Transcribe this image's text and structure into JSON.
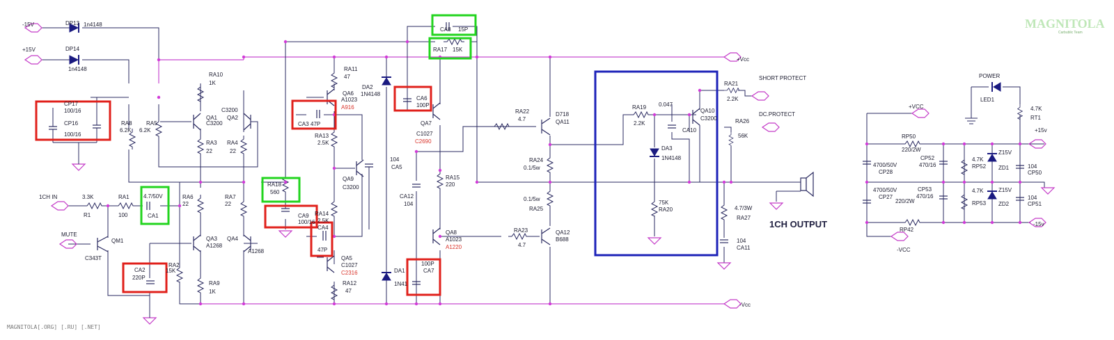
{
  "rails": {
    "neg15": "-15V",
    "pos15": "+15V",
    "vcc_pos": "+Vcc",
    "vcc_neg": "-Vcc"
  },
  "inputs": {
    "input": "1CH IN",
    "mute": "MUTE"
  },
  "outputs": {
    "short": "SHORT PROTECT",
    "dc": "DC.PROTECT",
    "main": "1CH OUTPUT"
  },
  "diodes": {
    "dp13": "DP13",
    "dp13_val": "1n4148",
    "dp14": "DP14",
    "dp14_val": "1n4148",
    "da2": "DA2",
    "da2_val": "1N4148",
    "da1": "DA1",
    "da1_val": "1N41",
    "da3": "DA3",
    "da3_val": "1N4148"
  },
  "parts": {
    "cp17": "CP17",
    "cp17_val": "100/16",
    "cp16": "CP16",
    "cp16_val": "100/16",
    "ra8": "RA8",
    "ra8_val": "6.2K",
    "ra5": "RA5",
    "ra5_val": "6.2K",
    "ra10": "RA10",
    "ra10_val": "1K",
    "qa1": "QA1",
    "qa1_val": "C3200",
    "qa2": "QA2",
    "qa2_val": "C3200",
    "ra3": "RA3",
    "ra3_val": "22",
    "ra4": "RA4",
    "ra4_val": "22",
    "r1": "R1",
    "r1_val": "3.3K",
    "ra1": "RA1",
    "ra1_val": "100",
    "ca1": "CA1",
    "ca1_val": "4.7/50V",
    "ra6": "RA6",
    "ra6_val": "22",
    "ra7": "RA7",
    "ra7_val": "22",
    "qa3": "QA3",
    "qa3_val": "A1268",
    "qa4": "QA4",
    "qa4_val": "A1268",
    "qm1": "QM1",
    "qm1_val": "C343T",
    "ca2": "CA2",
    "ca2_val": "220P",
    "ra2": "RA2",
    "ra2_val": "15K",
    "ra9": "RA9",
    "ra9_val": "1K",
    "ra18": "RA18",
    "ra18_val": "560",
    "ca9": "CA9",
    "ca9_val": "100/16",
    "ra11": "RA11",
    "ra11_val": "47",
    "qa6": "QA6",
    "qa6_val": "A1023",
    "qa6_alt": "A916",
    "ca3": "CA3",
    "ca3_val": "47P",
    "ra13": "RA13",
    "ra13_val": "2.5K",
    "qa9": "QA9",
    "qa9_val": "C3200",
    "ca5": "CA5",
    "ca5_val": "104",
    "ra14": "RA14",
    "ra14_val": "2.5K",
    "ca4": "CA4",
    "ca4_val": "47P",
    "qa5": "QA5",
    "qa5_val": "C1027",
    "qa5_alt": "C2316",
    "ra12": "RA12",
    "ra12_val": "47",
    "ca8": "CA8",
    "ca8_val": "15P",
    "ra17": "RA17",
    "ra17_val": "15K",
    "ca6": "CA6",
    "ca6_val": "100P",
    "qa7": "QA7",
    "qa7_val": "C1027",
    "qa7_alt": "C2690",
    "ca12": "CA12",
    "ca12_val": "104",
    "ra15": "RA15",
    "ra15_val": "220",
    "qa8": "QA8",
    "qa8_val": "A1023",
    "qa8_alt": "A1220",
    "ca7": "CA7",
    "ca7_val": "100P",
    "ra22": "RA22",
    "ra22_val": "4.7",
    "qa11": "QA11",
    "qa11_val": "D718",
    "ra24": "RA24",
    "ra24_val": "0.1/5w",
    "ra25": "RA25",
    "ra25_val": "0.1/5w",
    "ra23": "RA23",
    "ra23_val": "4.7",
    "qa12": "QA12",
    "qa12_val": "B688",
    "ra19": "RA19",
    "ra19_val": "2.2K",
    "ca10": "CA10",
    "ca10_val": "0.047",
    "qa10": "QA10",
    "qa10_val": "C3200",
    "ra20": "RA20",
    "ra20_val": "75K",
    "ra21": "RA21",
    "ra21_val": "2.2K",
    "ra26": "RA26",
    "ra26_val": "56K",
    "ra27": "RA27",
    "ra27_val": "4.7/3W",
    "ca11": "CA11",
    "ca11_val": "104"
  },
  "psu": {
    "vcc_pos": "+VCC",
    "vcc_neg": "-VCC",
    "power": "POWER",
    "led": "LED1",
    "rt1": "RT1",
    "rt1_val": "4.7K",
    "out_pos": "+15v",
    "out_neg": "-15v",
    "rp50": "RP50",
    "rp50_val": "220/2W",
    "rp42": "RP42",
    "rp42_val": "220/2W",
    "cp28": "CP28",
    "cp28_val": "4700/50V",
    "cp27": "CP27",
    "cp27_val": "4700/50V",
    "cp52": "CP52",
    "cp52_val": "470/16",
    "cp53": "CP53",
    "cp53_val": "470/16",
    "rp52": "RP52",
    "rp52_val": "4.7K",
    "rp53": "RP53",
    "rp53_val": "4.7K",
    "zd1": "ZD1",
    "zd1_val": "Z15V",
    "zd2": "ZD2",
    "zd2_val": "Z15V",
    "cp50": "CP50",
    "cp50_val": "104",
    "cp51": "CP51",
    "cp51_val": "104"
  },
  "logo": {
    "name": "MAGNITOLA",
    "team": "Carbublic Team"
  },
  "watermark": "MAGNITOLA[.ORG] [.RU] [.NET]",
  "colors": {
    "wire": "#2a2a60",
    "node": "#d23ad8",
    "highlight_red": "#e0201b",
    "highlight_green": "#22d41e",
    "protect_box": "#1c22b8"
  }
}
